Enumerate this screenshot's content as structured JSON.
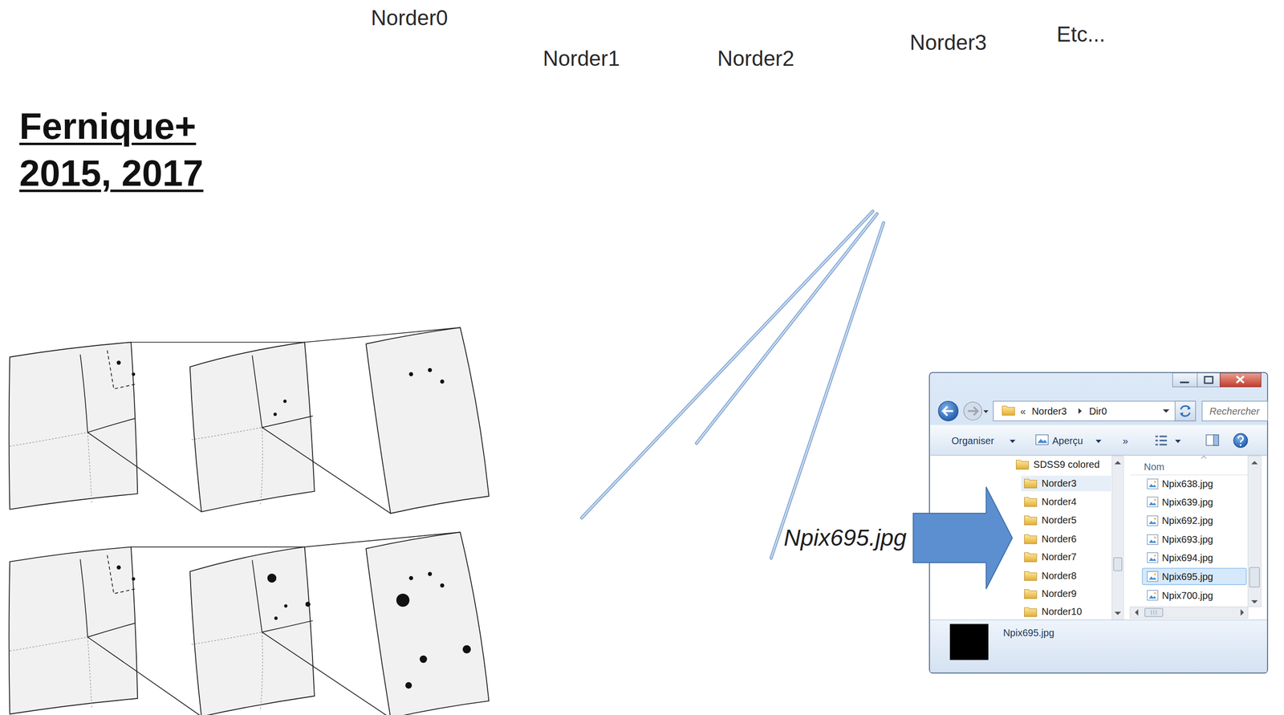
{
  "diagram": {
    "title": "Fernique+ 2015, 2017",
    "nodes": [
      {
        "text": [
          "Norder0"
        ]
      },
      {
        "text": [
          "Norder1"
        ]
      },
      {
        "text": [
          "Norder2"
        ]
      },
      {
        "text": [
          "Norder3"
        ]
      },
      {
        "text": [
          "Npix695.jpg"
        ]
      },
      {
        "text": [
          "«",
          "Norder3",
          "Dir0",
          "Rechercher",
          "Organiser",
          "Aperçu",
          "»",
          "SDSS9 colored",
          "Norder3",
          "Norder4",
          "Norder5",
          "Norder6",
          "Norder7",
          "Norder8",
          "Norder9",
          "Norder10",
          "Nom",
          "Npix638.jpg",
          "Npix639.jpg",
          "Npix692.jpg",
          "Npix693.jpg",
          "Npix694.jpg",
          "Npix695.jpg",
          "Npix700.jpg",
          "Npix695.jpg"
        ]
      }
    ],
    "edges": [
      {
        "from": 3,
        "to": 4,
        "arrow": "none"
      },
      {
        "from": 4,
        "to": 5,
        "arrow": "to"
      }
    ],
    "labels": [
      "Etc..."
    ]
  }
}
